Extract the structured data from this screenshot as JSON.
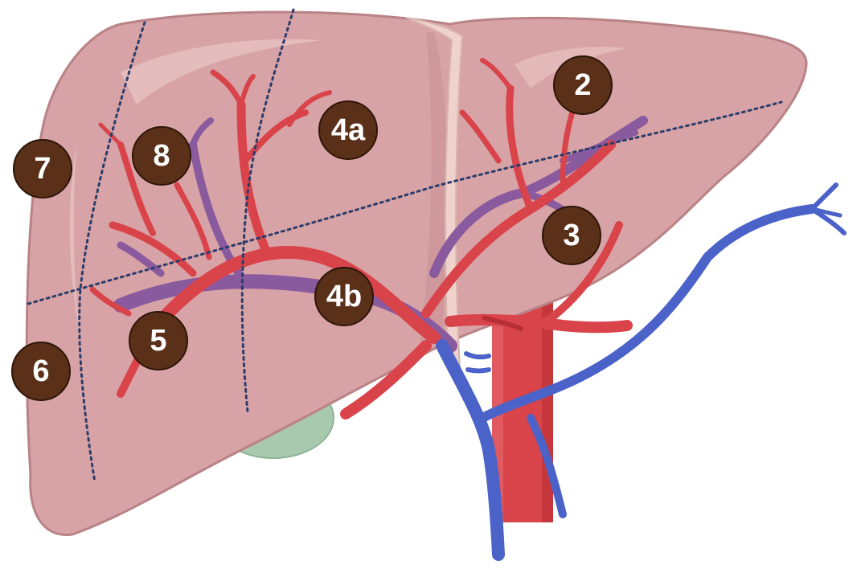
{
  "colors": {
    "liver_fill": "#d8a3a6",
    "liver_outline": "#b98386",
    "liver_highlight": "#e9c2c3",
    "artery": "#d9434a",
    "artery_dark": "#b72f36",
    "portal_vein": "#8a5a9e",
    "vena_cava": "#4b63c9",
    "gallbladder": "#a8c9ae",
    "ligament": "#efd2cc",
    "badge": "#5a3019",
    "divider": "#2c3d6b"
  },
  "segments": [
    {
      "id": "seg-2",
      "label": "2"
    },
    {
      "id": "seg-3",
      "label": "3"
    },
    {
      "id": "seg-4a",
      "label": "4a"
    },
    {
      "id": "seg-4b",
      "label": "4b"
    },
    {
      "id": "seg-5",
      "label": "5"
    },
    {
      "id": "seg-6",
      "label": "6"
    },
    {
      "id": "seg-7",
      "label": "7"
    },
    {
      "id": "seg-8",
      "label": "8"
    }
  ]
}
